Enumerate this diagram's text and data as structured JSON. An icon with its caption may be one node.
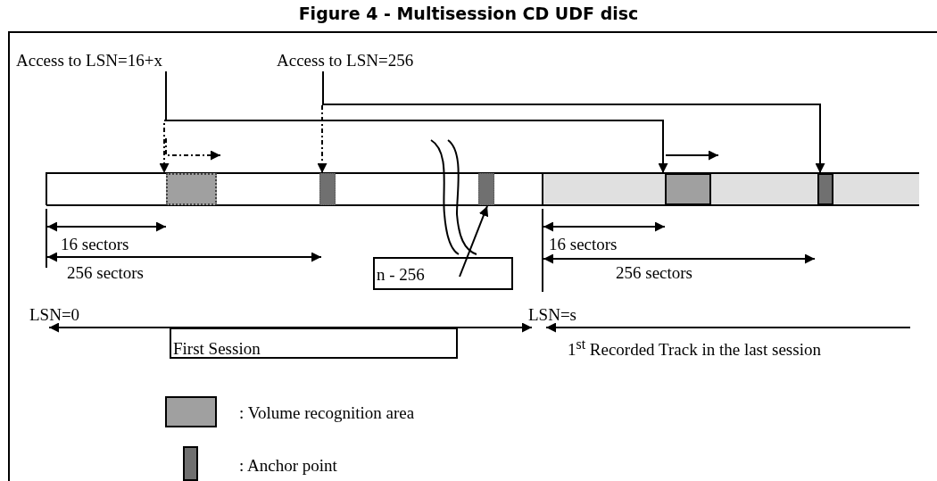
{
  "diagram": {
    "title": "Figure 4 - Multisession CD UDF disc",
    "nodes": [
      {
        "text": [
          "Access to LSN=16+x"
        ]
      },
      {
        "text": [
          "Access to LSN=256"
        ]
      },
      {
        "text": [],
        "shape": "box"
      },
      {
        "text": [],
        "shape": "bar"
      },
      {
        "text": [],
        "shape": "bar"
      },
      {
        "text": [],
        "shape": "box"
      },
      {
        "text": [],
        "shape": "bar"
      },
      {
        "text": [
          "n - 256"
        ]
      },
      {
        "text": [
          "First Session"
        ]
      }
    ],
    "edges": [
      {
        "from": 0,
        "to": 2,
        "arrow": "to",
        "style": "dashed"
      },
      {
        "from": 1,
        "to": 3,
        "arrow": "to",
        "style": "dashed"
      },
      {
        "from": 0,
        "to": 5,
        "arrow": "to"
      },
      {
        "from": 1,
        "to": 6,
        "arrow": "to"
      },
      {
        "from": 7,
        "to": 4,
        "arrow": "to"
      }
    ],
    "labels": [
      "16 sectors",
      "256 sectors",
      "16 sectors",
      "256 sectors",
      "LSN=0",
      "LSN=s",
      "1$^{st}$ Recorded Track in the last session"
    ],
    "legend": [
      {
        "text": ": Volume recognition area",
        "color": "#a0a0a0"
      },
      {
        "text": ": Anchor point",
        "color": "#707070"
      }
    ]
  }
}
